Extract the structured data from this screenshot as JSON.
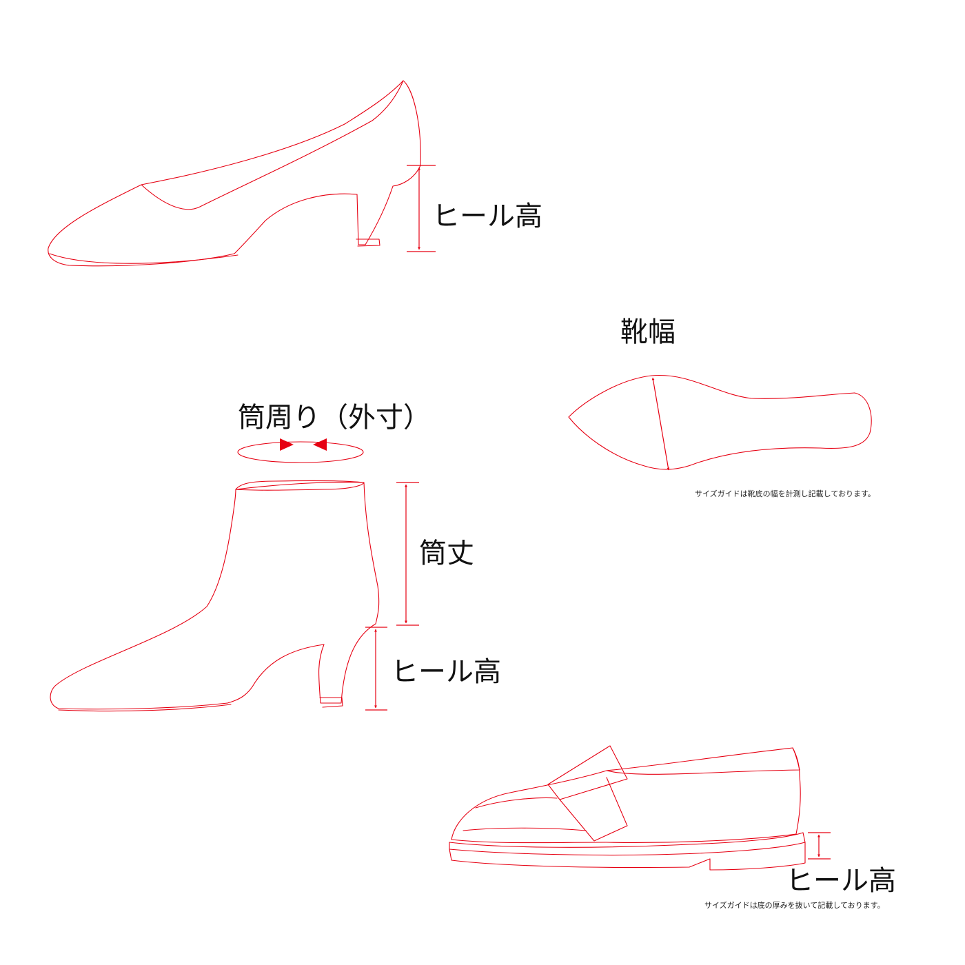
{
  "pump": {
    "heel_height_label": "ヒール高"
  },
  "sole": {
    "width_label": "靴幅",
    "note": "サイズガイドは靴底の幅を計測し記載しております。"
  },
  "boot": {
    "circumference_label": "筒周り（外寸）",
    "shaft_height_label": "筒丈",
    "heel_height_label": "ヒール高"
  },
  "loafer": {
    "heel_height_label": "ヒール高",
    "note": "サイズガイドは底の厚みを抜いて記載しております。"
  },
  "colors": {
    "line": "#e60012",
    "text": "#111111",
    "background": "#ffffff"
  }
}
